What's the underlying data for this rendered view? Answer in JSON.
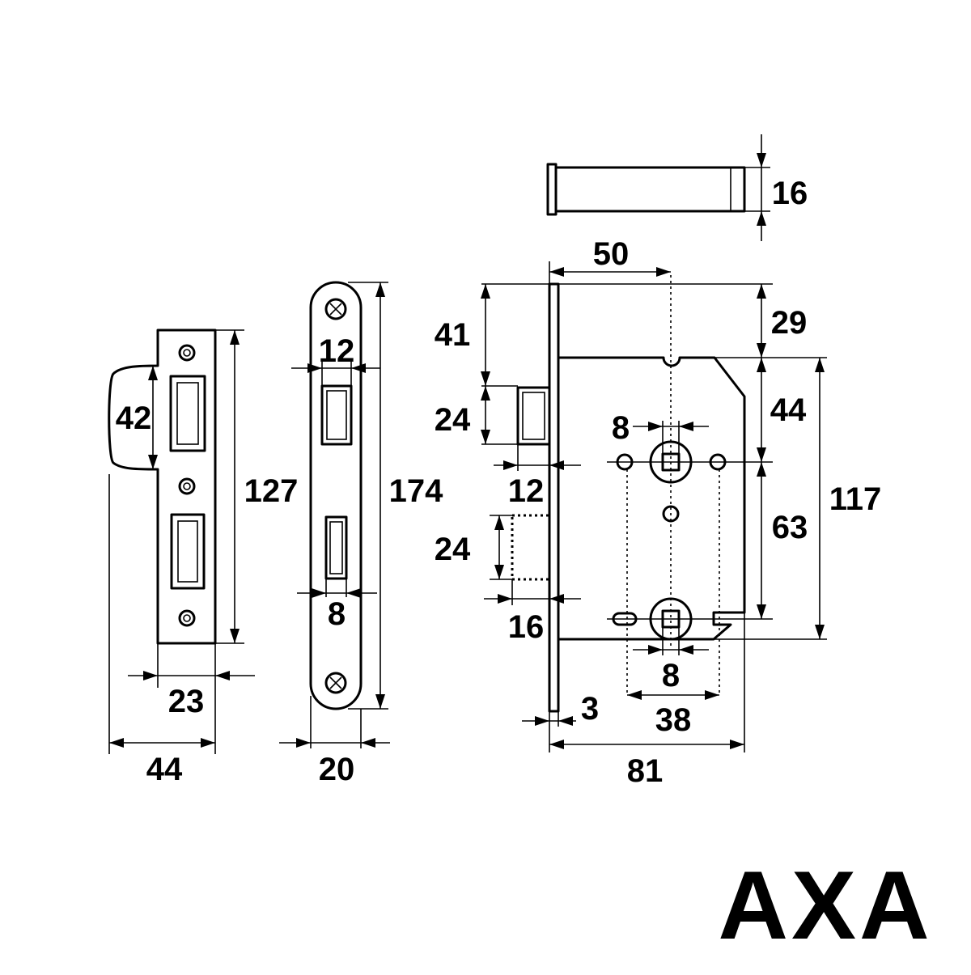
{
  "brand": {
    "logo_text": "AXA"
  },
  "strike_plate": {
    "dims": {
      "width_total": "44",
      "width_plate": "23",
      "lip_height": "42",
      "height": "127"
    }
  },
  "forend": {
    "dims": {
      "height": "174",
      "width": "20",
      "latch_slot_width": "12",
      "bolt_slot_width": "8"
    }
  },
  "bolt": {
    "dims": {
      "diameter": "16"
    }
  },
  "lock_body": {
    "dims": {
      "backset": "50",
      "top_offset": "29",
      "latch_top_offset": "41",
      "latch_height": "24",
      "latch_projection": "12",
      "bolt_height": "24",
      "bolt_projection": "16",
      "forend_thickness": "3",
      "spindle_size": "8",
      "follower_size": "8",
      "follower_to_spindle_top": "44",
      "spindle_to_follower": "63",
      "case_height": "117",
      "fixing_centres": "38",
      "overall_depth": "81"
    }
  }
}
